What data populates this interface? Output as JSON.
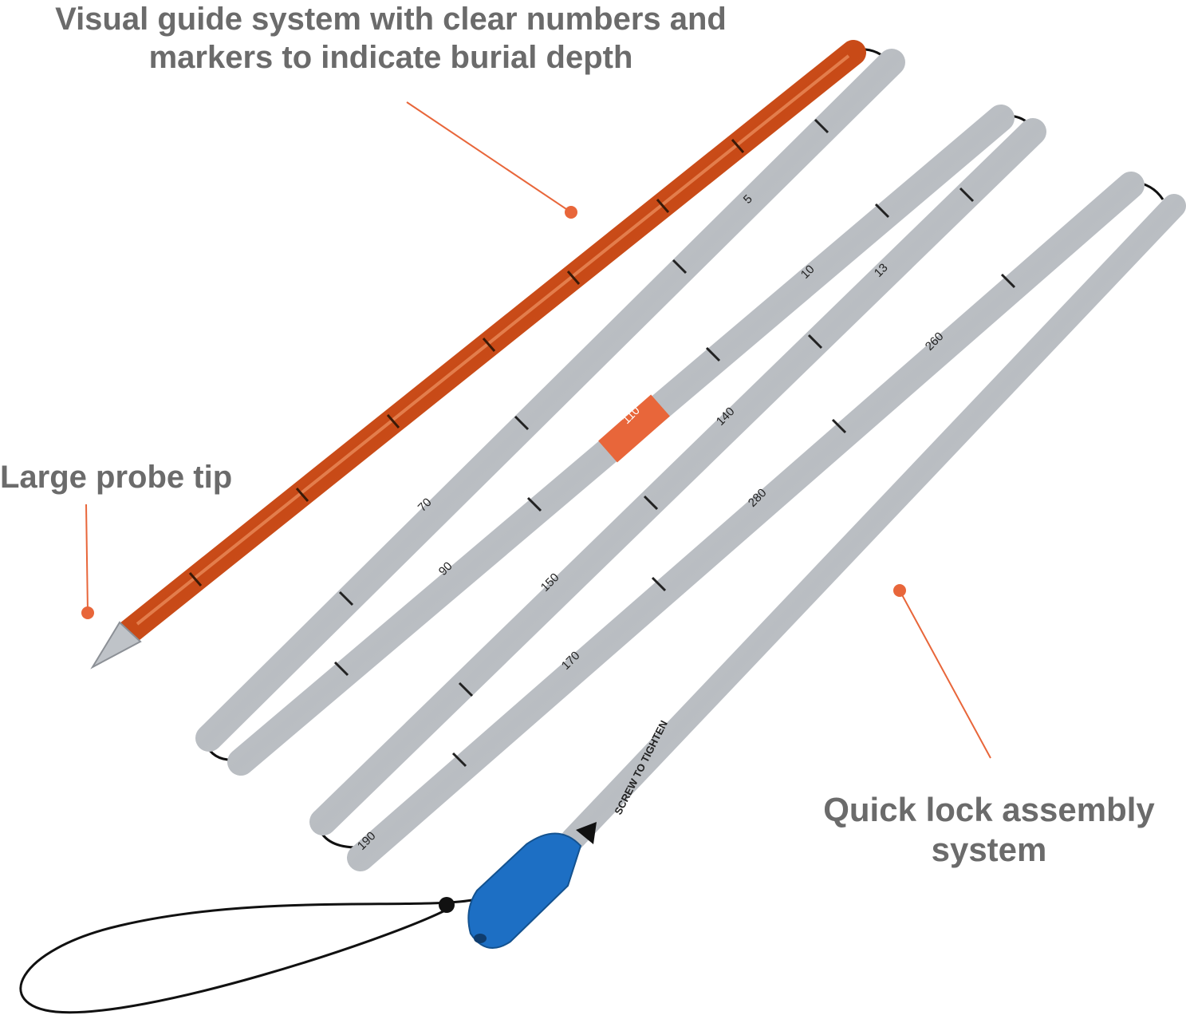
{
  "callouts": {
    "visual_guide": "Visual guide system with clear numbers and markers to indicate burial depth",
    "probe_tip": "Large probe tip",
    "quick_lock": "Quick lock assembly system"
  },
  "probe_markings": {
    "screw_text": "SCREW TO TIGHTEN",
    "labels": [
      "5",
      "10",
      "13",
      "70",
      "90",
      "110",
      "140",
      "150",
      "170",
      "190",
      "260",
      "280"
    ]
  },
  "colors": {
    "accent": "#e8663a",
    "orange_segment": "#d2521d",
    "silver": "#c9ccd0",
    "lock": "#1d6fc4",
    "cord": "#111111",
    "text": "#6b6b6b"
  }
}
